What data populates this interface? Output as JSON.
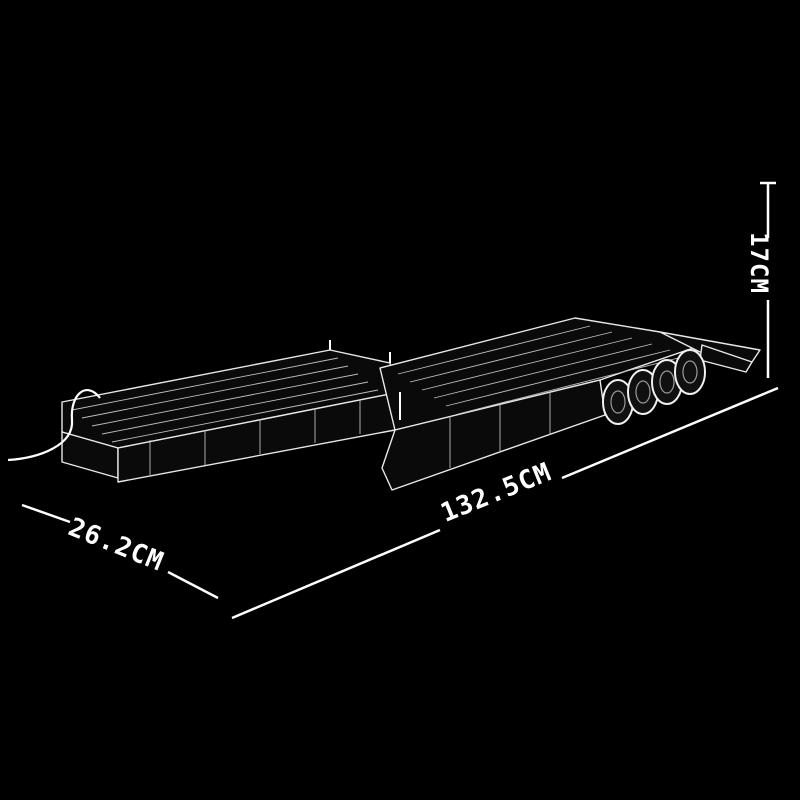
{
  "photo": {
    "subject": "lowboy-semi-trailer-model",
    "background_color": "#000000",
    "line_color": "#ffffff"
  },
  "dimensions": {
    "length_label": "132.5CM",
    "width_label": "26.2CM",
    "height_label": "17CM"
  }
}
